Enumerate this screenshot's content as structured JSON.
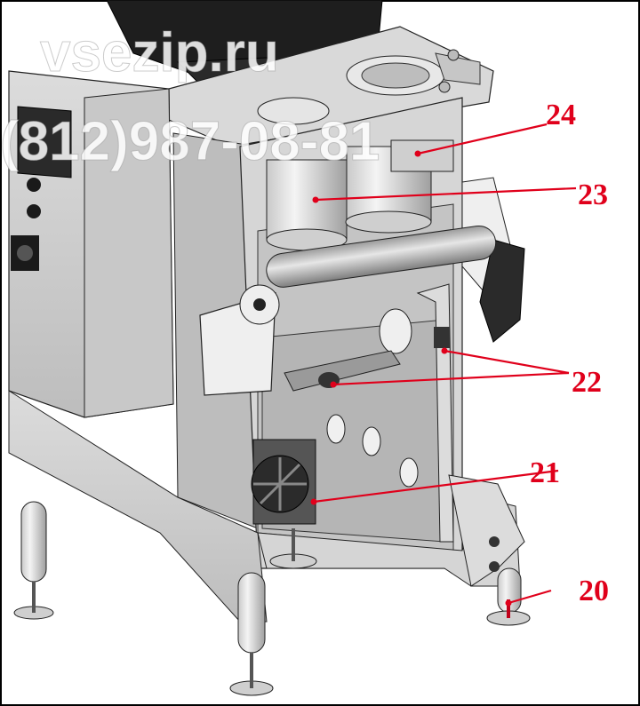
{
  "watermark": {
    "site": "vsezip.ru",
    "phone": "(812)987-08-81"
  },
  "callouts": [
    {
      "id": "24",
      "label": "24"
    },
    {
      "id": "23",
      "label": "23"
    },
    {
      "id": "22",
      "label": "22"
    },
    {
      "id": "21",
      "label": "21"
    },
    {
      "id": "20",
      "label": "20"
    }
  ],
  "colors": {
    "callout": "#e0001b",
    "metal": "#d2d2d2",
    "metal_dark": "#8e8e8e",
    "outline": "#1a1a1a",
    "watermark": "#ffffff"
  }
}
